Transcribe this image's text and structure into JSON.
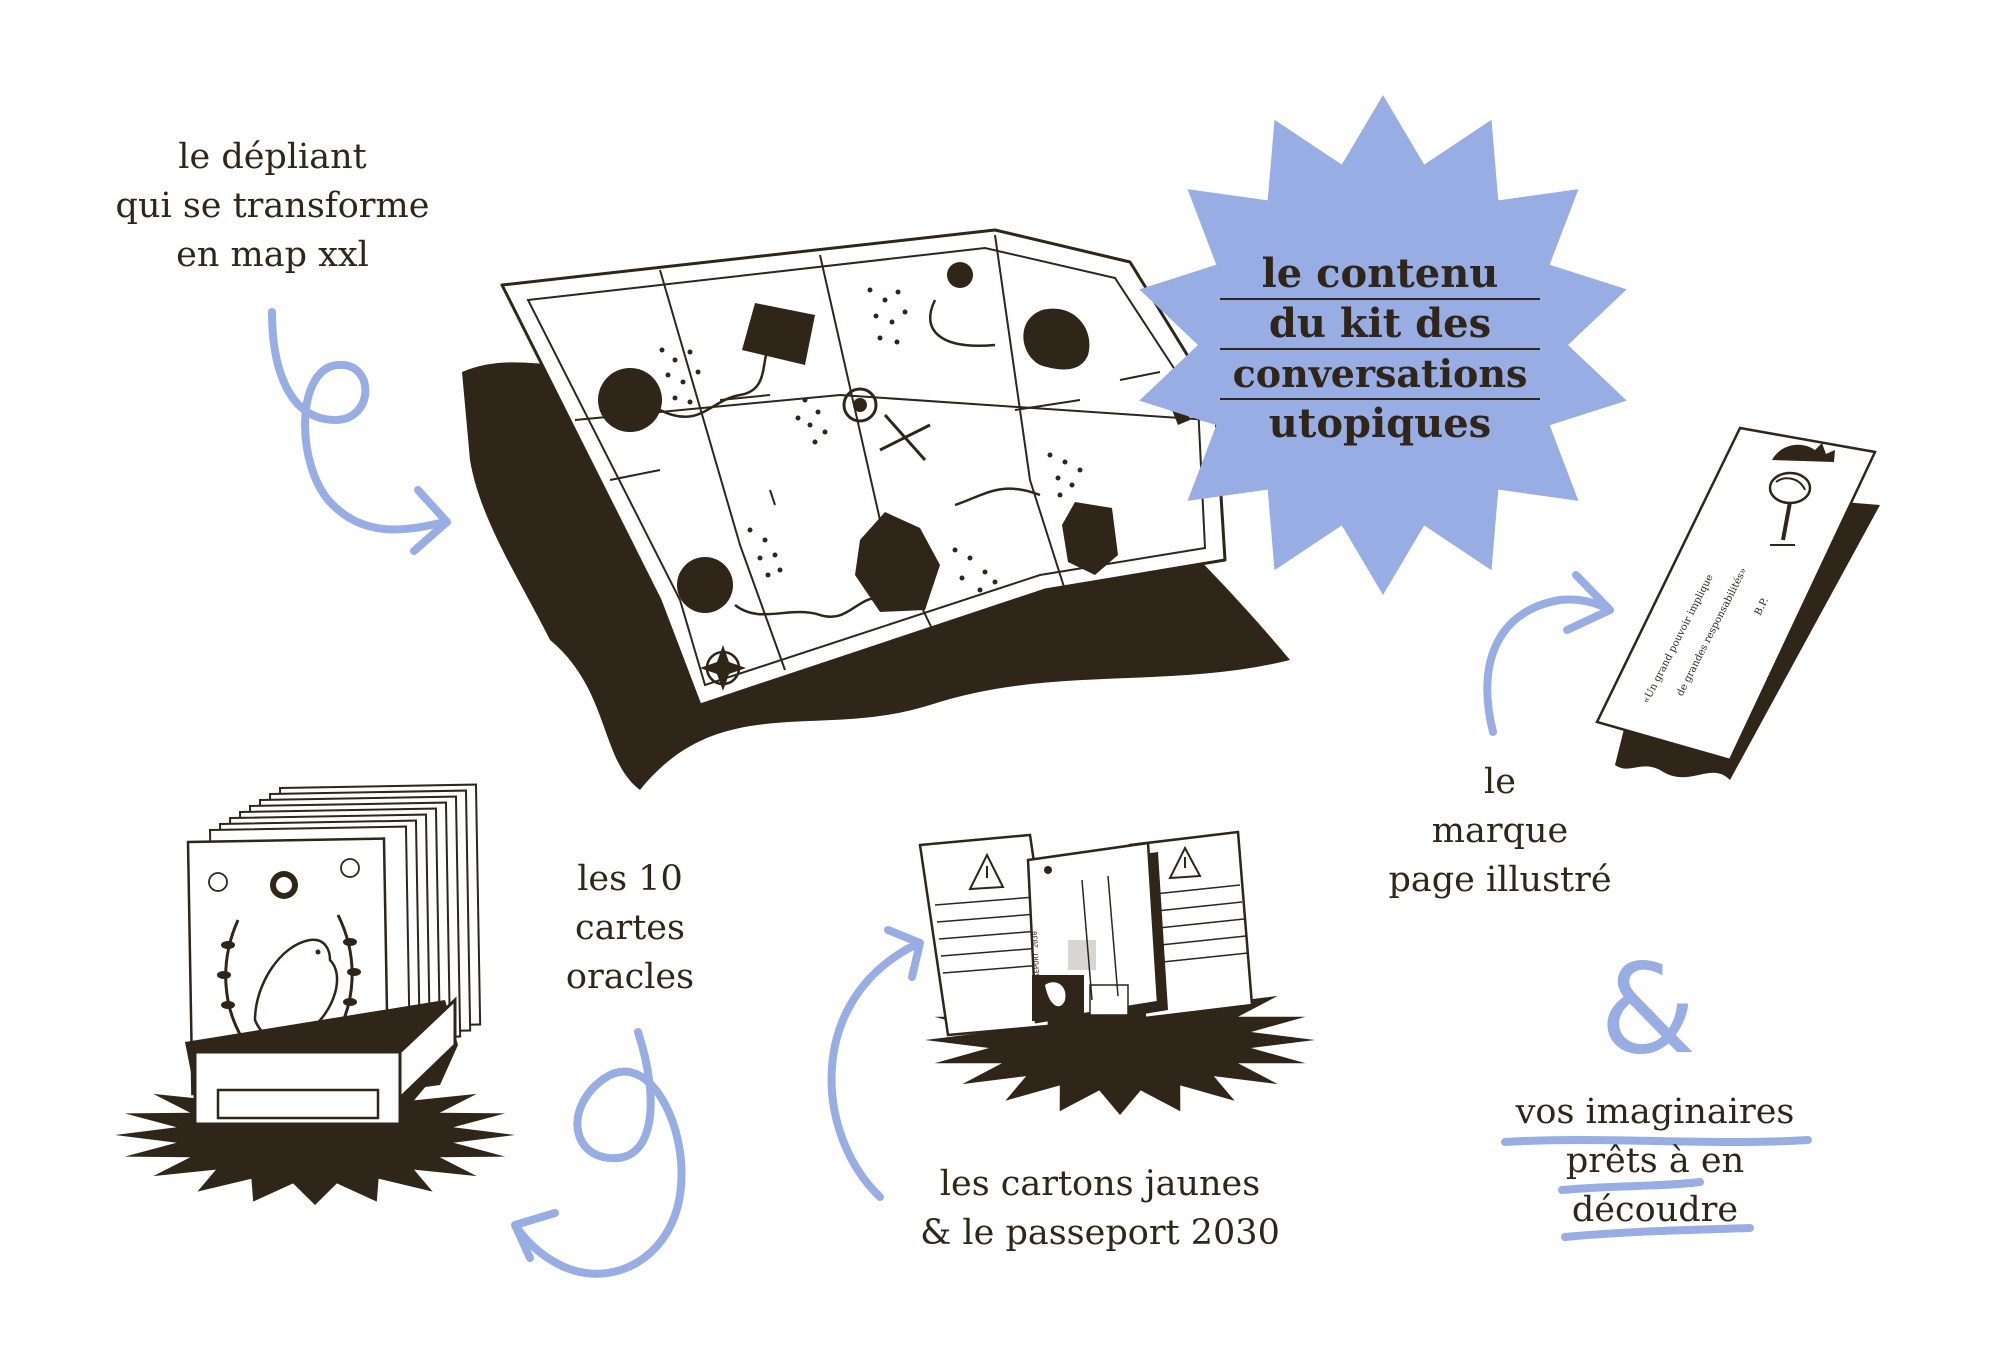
{
  "title_badge": {
    "lines": [
      "le contenu",
      "du kit des",
      "conversations",
      "utopiques"
    ]
  },
  "items": {
    "depliant": {
      "lines": [
        "le dépliant",
        "qui se transforme",
        "en map xxl"
      ]
    },
    "marque_page": {
      "lines": [
        "le",
        "marque",
        "page illustré"
      ]
    },
    "cartes_oracles": {
      "lines": [
        "les 10",
        "cartes",
        "oracles"
      ]
    },
    "cartons": {
      "lines": [
        "les cartons jaunes",
        "& le passeport 2030"
      ]
    }
  },
  "closing": {
    "symbol": "&",
    "lines": [
      "vos imaginaires",
      "prêts à en",
      "découdre"
    ]
  },
  "bookmark_quote": {
    "line1": "«Un grand pouvoir implique",
    "line2": "de grandes responsabilités»",
    "sign": "B.P."
  },
  "passport_label": "PASSEPORT 2030",
  "colors": {
    "ink": "#2f2519",
    "accent": "#98ade3",
    "paper": "#ffffff"
  },
  "icons": [
    "folded-map",
    "compass-star",
    "star-badge",
    "bookmark",
    "tree",
    "oracle-card-box",
    "bird",
    "warning-triangle",
    "arrow-curl"
  ]
}
